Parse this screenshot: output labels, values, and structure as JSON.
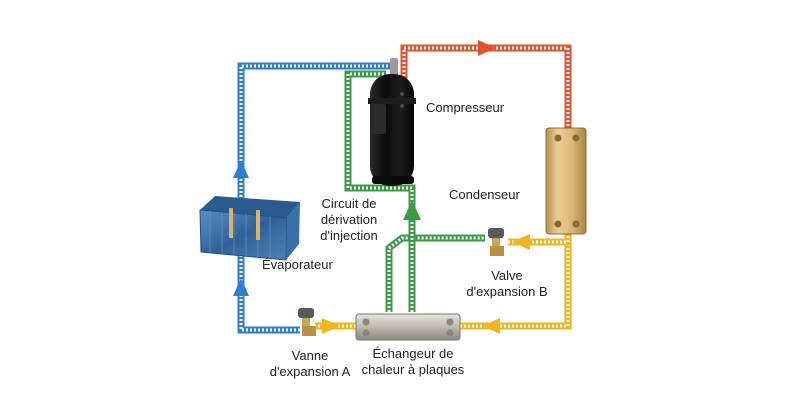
{
  "labels": {
    "compressor": "Compresseur",
    "condenser": "Condenseur",
    "evaporator": "Évaporateur",
    "bypass_line1": "Circuit de",
    "bypass_line2": "dérivation",
    "bypass_line3": "d'injection",
    "valve_b_line1": "Valve",
    "valve_b_line2": "d'expansion B",
    "valve_a_line1": "Vanne",
    "valve_a_line2": "d'expansion A",
    "exchanger_line1": "Échangeur de",
    "exchanger_line2": "chaleur à plaques"
  },
  "colors": {
    "suction_blue": "#2e7fd0",
    "discharge_red": "#e0532a",
    "liquid_yellow": "#f0b41e",
    "injection_green": "#3e9a45",
    "compressor_body": "#111111",
    "condenser_copper": "#d4b06e",
    "evaporator_blue": "#3a6fa8",
    "exchanger_silver": "#c4c0b8"
  },
  "icons": {
    "flow_arrow": "triangle-arrow-icon",
    "valve": "expansion-valve-icon"
  }
}
